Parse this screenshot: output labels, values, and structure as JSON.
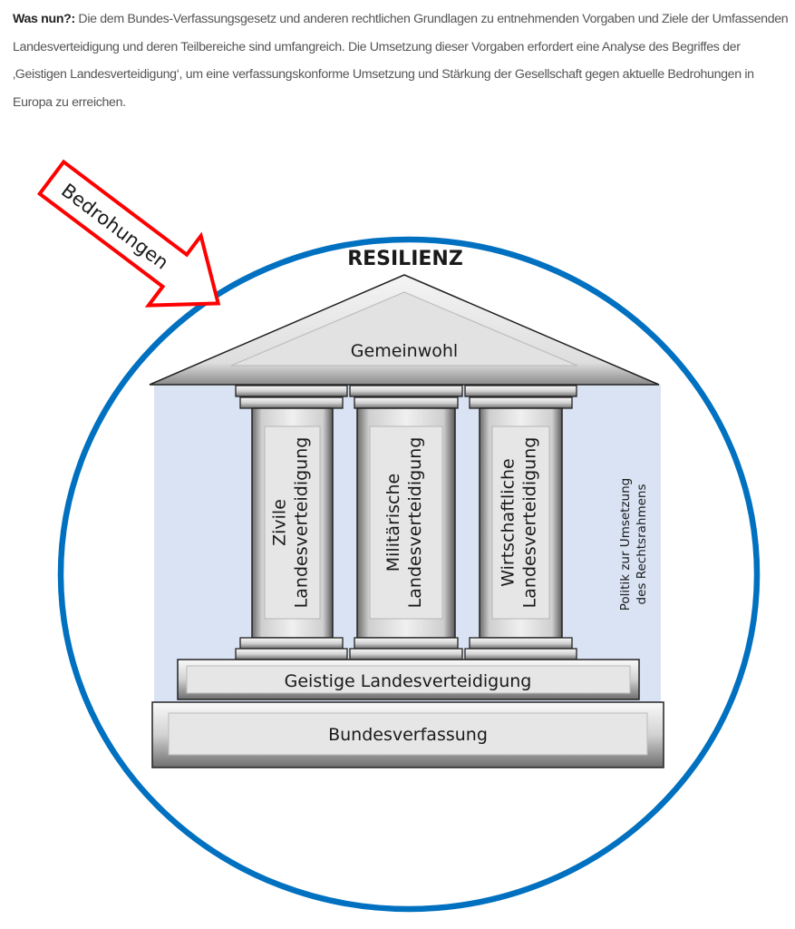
{
  "intro": {
    "lead": "Was nun?:",
    "body": " Die dem Bundes-Verfassungsgesetz und anderen rechtlichen Grundlagen zu entnehmenden Vorgaben und Ziele der Umfassenden Landesverteidigung und deren Teilbereiche sind umfangreich. Die Umsetzung dieser Vorgaben erfordert eine Analyse des Begriffes der ‚Geistigen Landesverteidigung‘, um eine verfassungskonforme Umsetzung und Stärkung der Gesellschaft gegen aktuelle Bedrohungen in Europa zu erreichen."
  },
  "diagram": {
    "threat_arrow_label": "Bedrohungen",
    "circle_label": "RESILIENZ",
    "pediment_label": "Gemeinwohl",
    "pillars": [
      {
        "line1": "Zivile",
        "line2": "Landesverteidigung"
      },
      {
        "line1": "Militärische",
        "line2": "Landesverteidigung"
      },
      {
        "line1": "Wirtschaftliche",
        "line2": "Landesverteidigung"
      }
    ],
    "side_label_line1": "Politik zur Umsetzung",
    "side_label_line2": "des Rechtsrahmens",
    "foundation_upper": "Geistige Landesverteidigung",
    "foundation_lower": "Bundesverfassung",
    "colors": {
      "circle": "#0070c0",
      "arrow": "#ff0000",
      "panel": "#dae3f3",
      "stone": "#e3e3e3"
    }
  }
}
